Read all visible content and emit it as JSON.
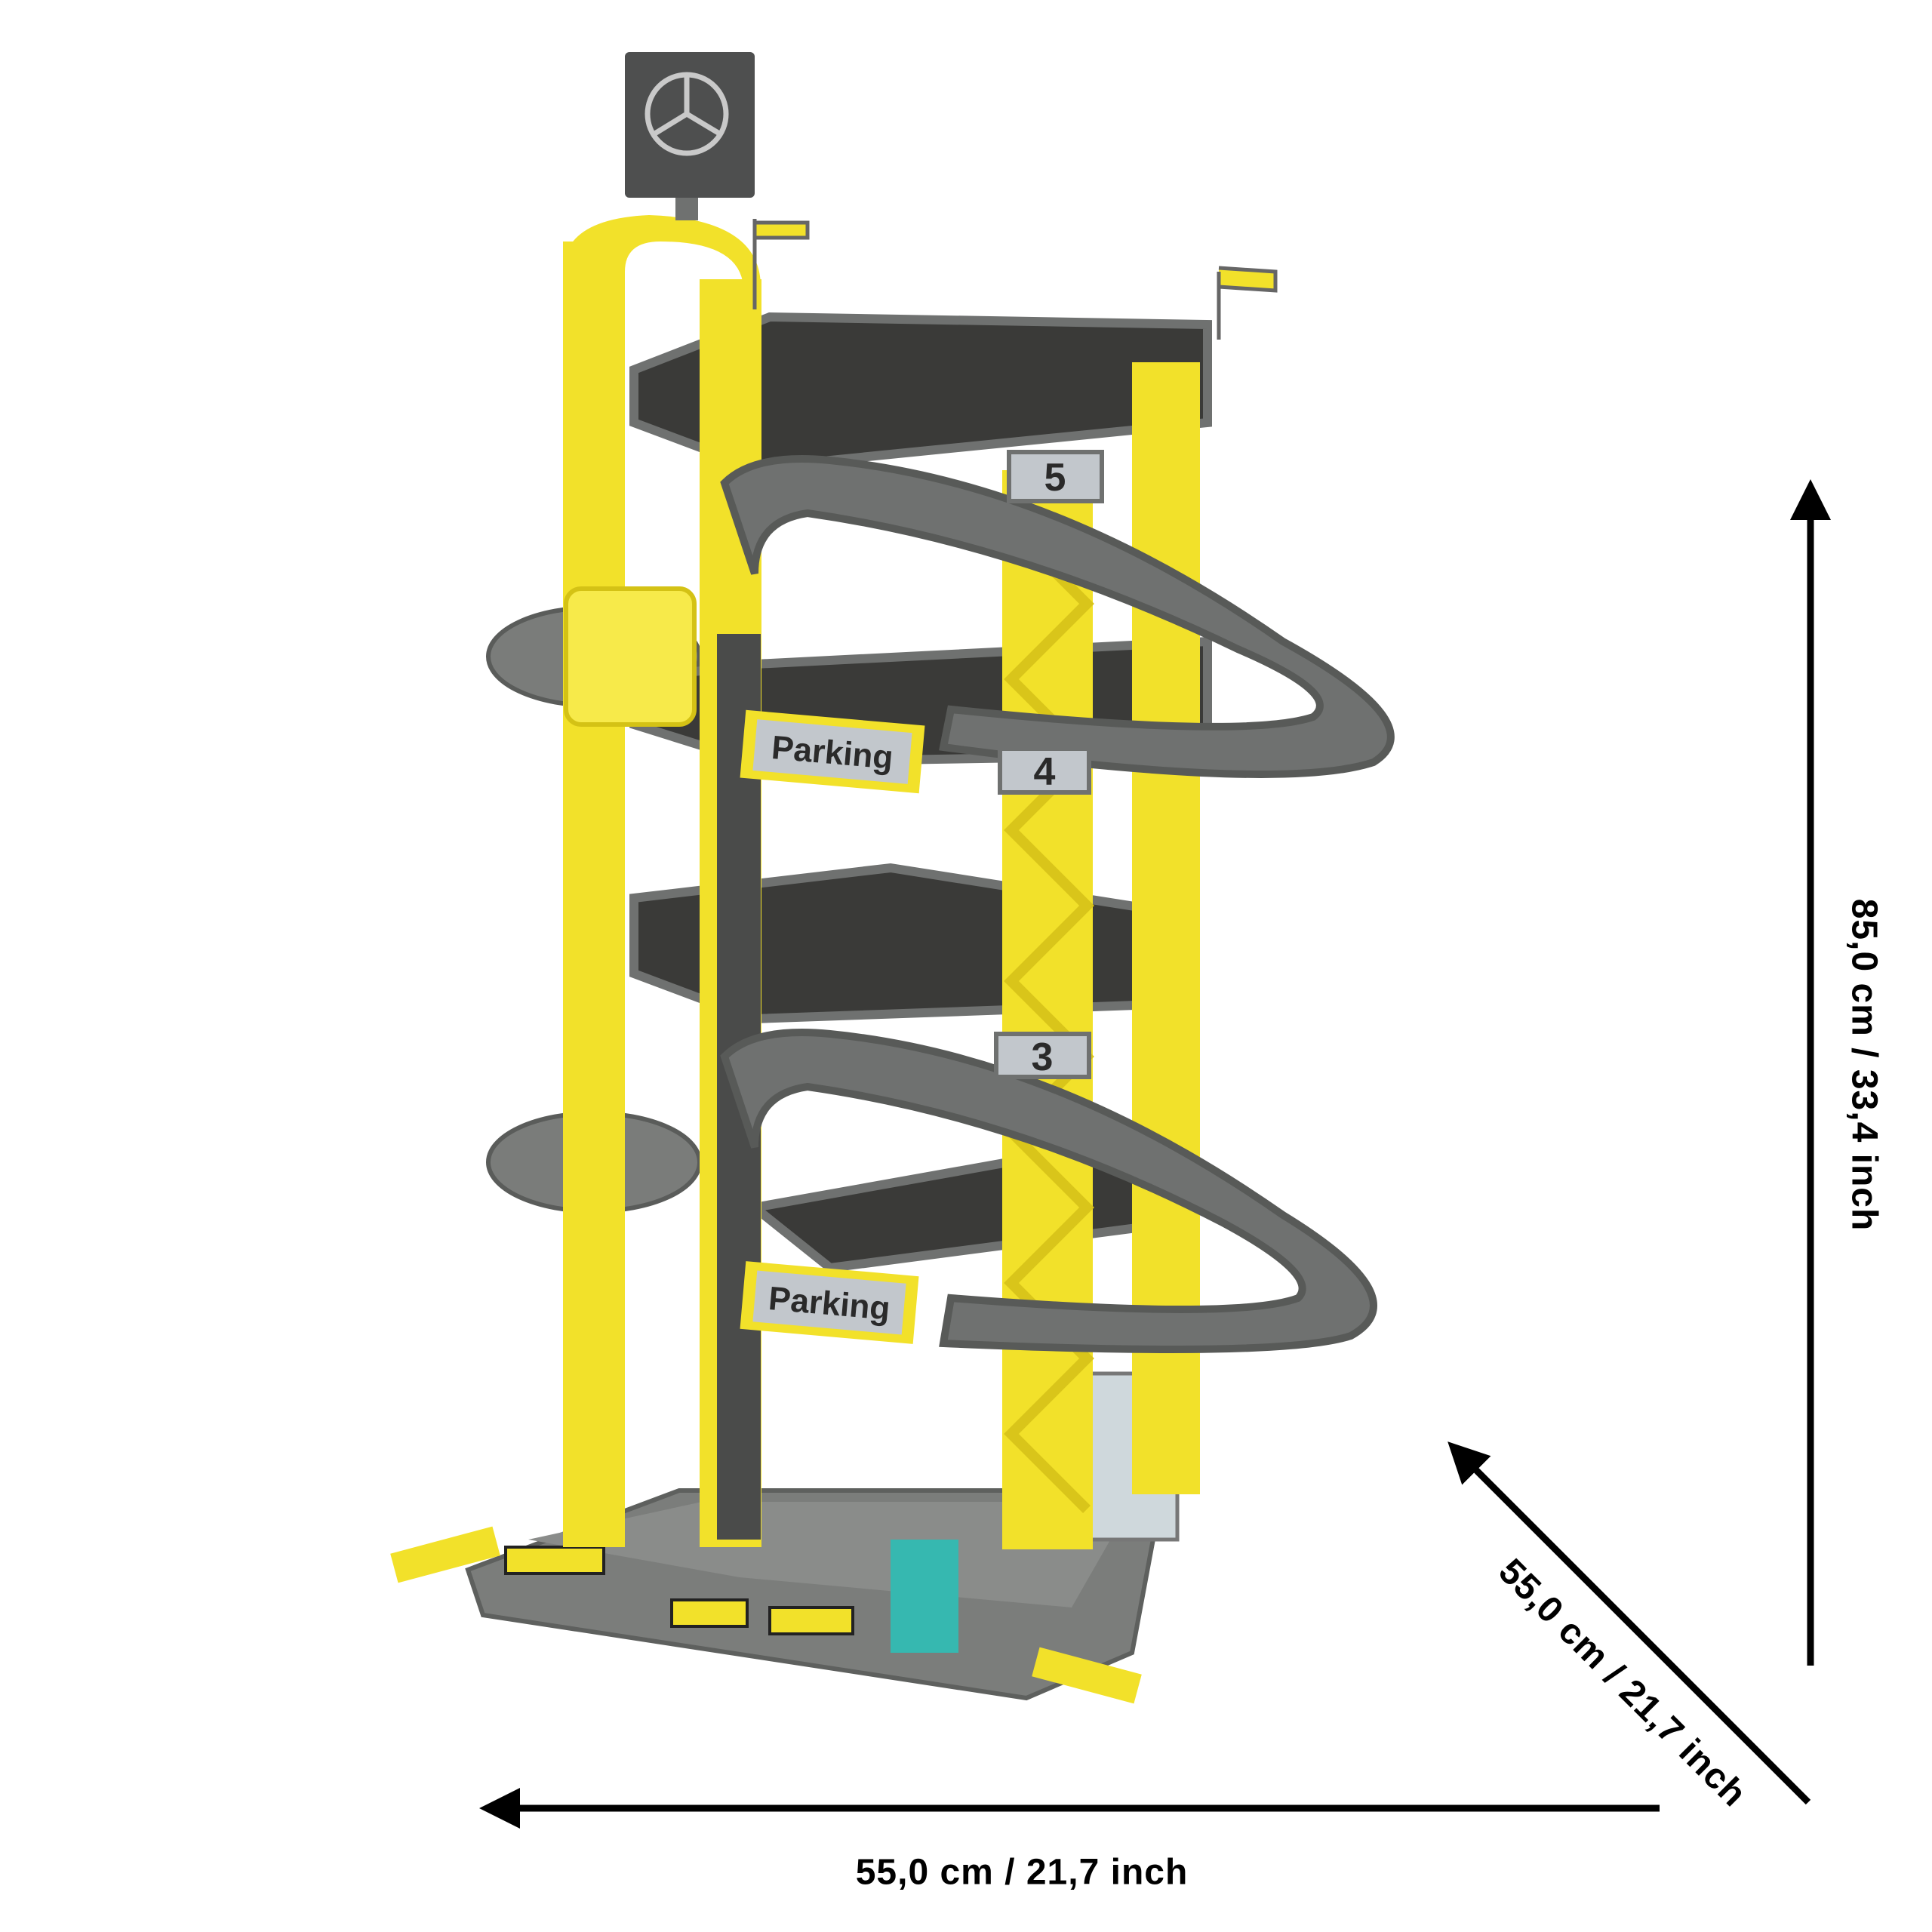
{
  "dimensions": {
    "width": "55,0 cm / 21,7 inch",
    "depth": "55,0 cm / 21,7 inch",
    "height": "85,0 cm / 33,4 inch"
  },
  "product": {
    "level_labels": [
      "5",
      "4",
      "3"
    ],
    "parking_signs": [
      "Parking",
      "Parking"
    ],
    "colors": {
      "yellow": "#f2e12a",
      "gray": "#6f7170",
      "dark": "#3a3a38",
      "sign": "#4e4f4f"
    }
  }
}
